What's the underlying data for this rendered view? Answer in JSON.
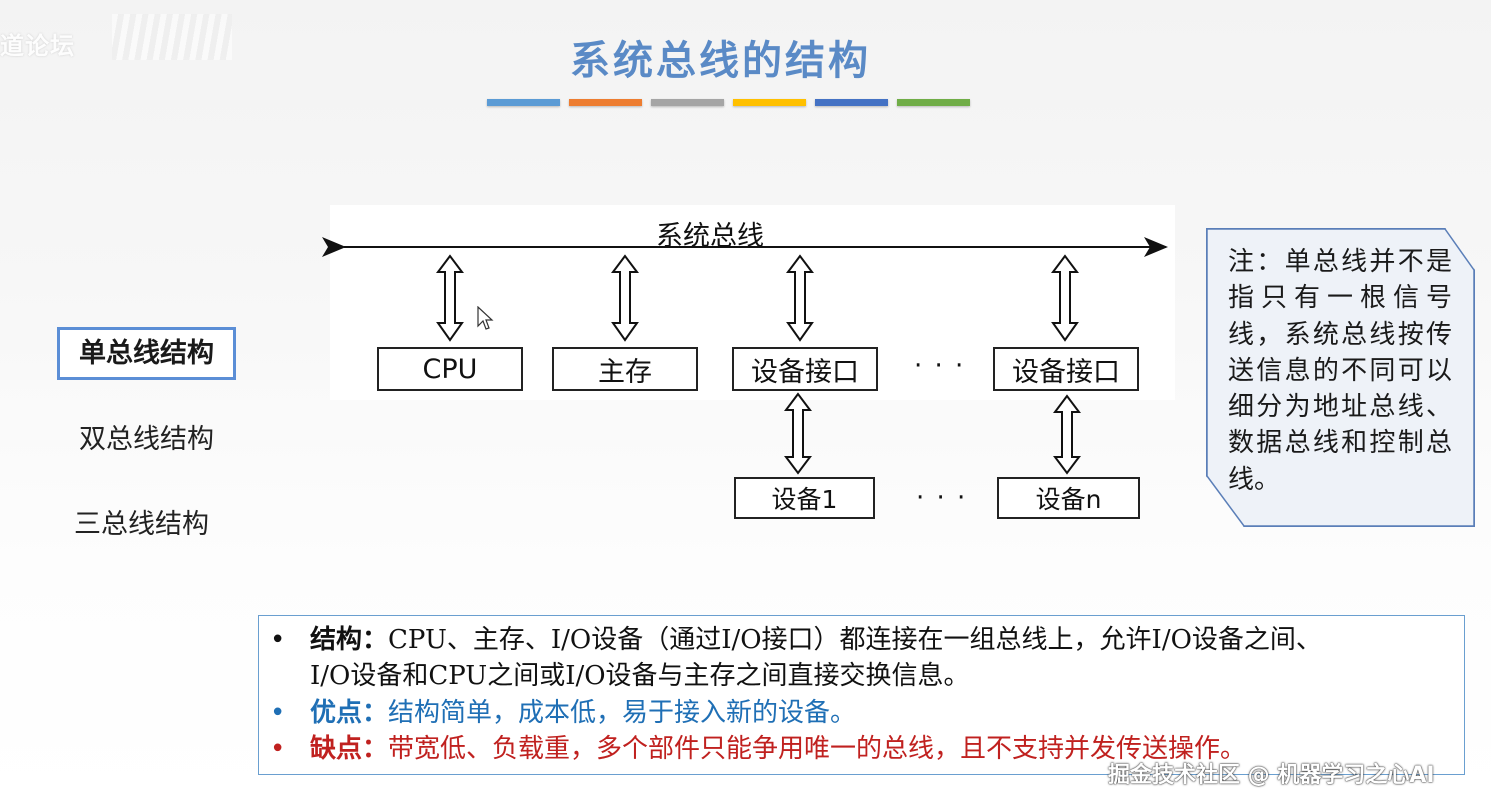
{
  "watermarks": {
    "top_left": "道论坛",
    "bottom_right": "掘金技术社区 @ 机器学习之心AI"
  },
  "title": "系统总线的结构",
  "title_colors": [
    "#5b9bd5",
    "#ed7d31",
    "#a5a5a5",
    "#ffc000",
    "#4472c4",
    "#70ad47"
  ],
  "nav": {
    "items": [
      {
        "label": "单总线结构",
        "active": true
      },
      {
        "label": "双总线结构",
        "active": false
      },
      {
        "label": "三总线结构",
        "active": false
      }
    ]
  },
  "diagram": {
    "bus_label": "系统总线",
    "top_boxes": [
      "CPU",
      "主存",
      "设备接口",
      "设备接口"
    ],
    "bottom_boxes": [
      "设备1",
      "设备n"
    ],
    "ellipsis": "· · ·"
  },
  "note": {
    "text": "注：单总线并不是指只有一根信号线，系统总线按传送信息的不同可以细分为地址总线、数据总线和控制总线。"
  },
  "info": {
    "bullet": "•",
    "structure_label": "结构：",
    "structure_text_1": "CPU、主存、I/O设备（通过I/O接口）都连接在一组总线上，允许I/O设备之间、",
    "structure_text_2": "I/O设备和CPU之间或I/O设备与主存之间直接交换信息。",
    "pros_label": "优点：",
    "pros_text": "结构简单，成本低，易于接入新的设备。",
    "cons_label": "缺点：",
    "cons_text": "带宽低、负载重，多个部件只能争用唯一的总线，且不支持并发传送操作。"
  },
  "colors": {
    "title": "#5a8ac6",
    "pros": "#1f6fb5",
    "cons": "#c0211f",
    "nav_border": "#5b8ed6"
  }
}
